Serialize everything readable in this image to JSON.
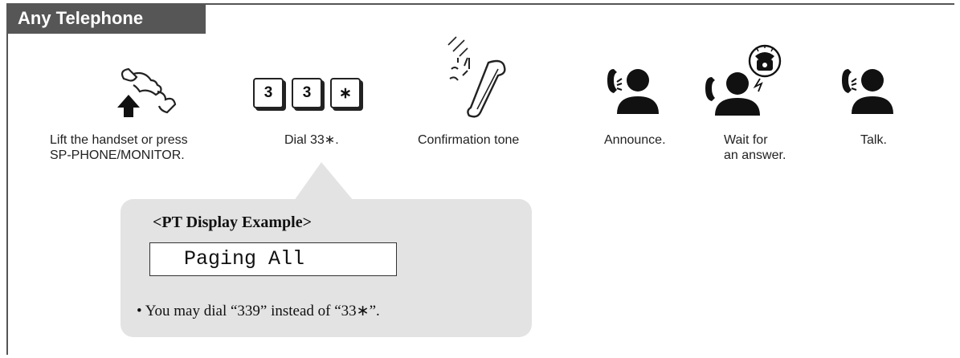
{
  "header": {
    "title": "Any Telephone"
  },
  "steps": [
    {
      "icon": "lift-handset-icon",
      "caption_line1": "Lift the handset or press",
      "caption_line2": "SP-PHONE/MONITOR."
    },
    {
      "icon": "dial-keys-icon",
      "keys": [
        "3",
        "3",
        "∗"
      ],
      "caption": "Dial 33∗."
    },
    {
      "icon": "confirmation-tone-icon",
      "caption": "Confirmation tone"
    },
    {
      "icon": "announce-icon",
      "caption": "Announce."
    },
    {
      "icon": "wait-answer-icon",
      "caption_line1": "Wait for",
      "caption_line2": "an answer."
    },
    {
      "icon": "talk-icon",
      "caption": "Talk."
    }
  ],
  "callout": {
    "title": "<PT Display Example>",
    "display_text": "Paging All",
    "note": "•  You may dial “339” instead of “33∗”."
  }
}
